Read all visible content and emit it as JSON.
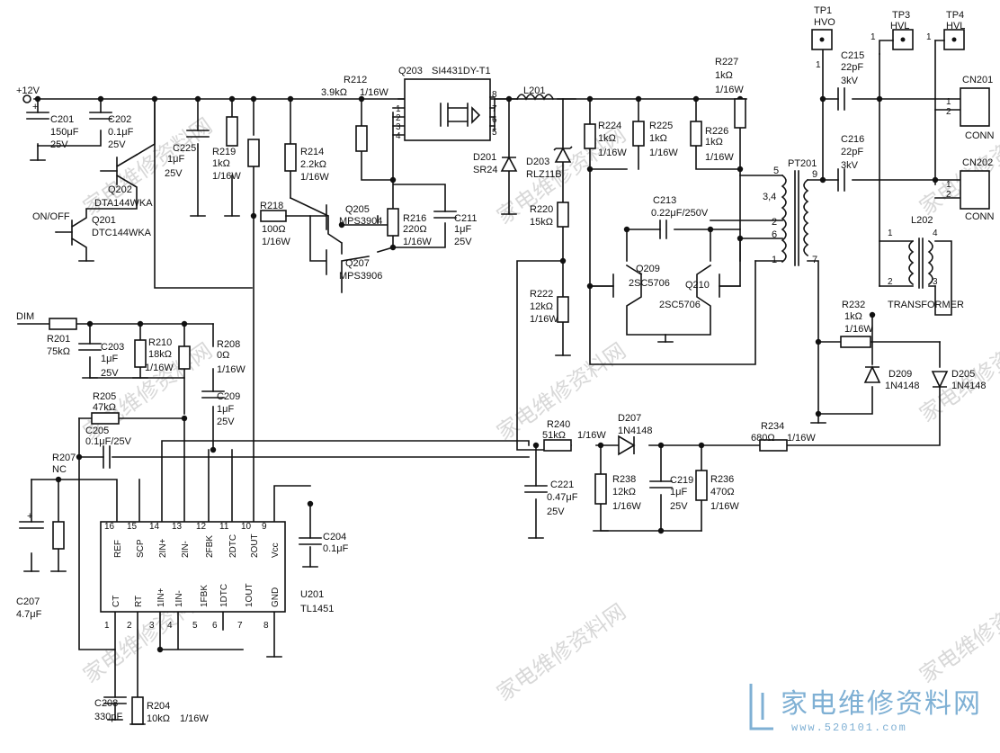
{
  "labels": [
    {
      "id": "supply",
      "text": "+12V"
    },
    {
      "id": "c201",
      "text": "C201"
    },
    {
      "id": "c201v",
      "text": "150μF"
    },
    {
      "id": "c201r",
      "text": "25V"
    },
    {
      "id": "c202",
      "text": "C202"
    },
    {
      "id": "c202v",
      "text": "0.1μF"
    },
    {
      "id": "c202r",
      "text": "25V"
    },
    {
      "id": "q202",
      "text": "Q202"
    },
    {
      "id": "q202t",
      "text": "DTA144WKA"
    },
    {
      "id": "onoff",
      "text": "ON/OFF"
    },
    {
      "id": "q201",
      "text": "Q201"
    },
    {
      "id": "q201t",
      "text": "DTC144WKA"
    },
    {
      "id": "c225",
      "text": "C225"
    },
    {
      "id": "c225v",
      "text": "1μF"
    },
    {
      "id": "c225r",
      "text": "25V"
    },
    {
      "id": "r219",
      "text": "R219"
    },
    {
      "id": "r219v",
      "text": "1kΩ"
    },
    {
      "id": "r219w",
      "text": "1/16W"
    },
    {
      "id": "r212",
      "text": "R212"
    },
    {
      "id": "r212v",
      "text": "3.9kΩ"
    },
    {
      "id": "r212w",
      "text": "1/16W"
    },
    {
      "id": "r214",
      "text": "R214"
    },
    {
      "id": "r214v",
      "text": "2.2kΩ"
    },
    {
      "id": "r214w",
      "text": "1/16W"
    },
    {
      "id": "r218",
      "text": "R218"
    },
    {
      "id": "r218v",
      "text": "100Ω"
    },
    {
      "id": "r218w",
      "text": "1/16W"
    },
    {
      "id": "q205",
      "text": "Q205"
    },
    {
      "id": "q205t",
      "text": "MPS3904"
    },
    {
      "id": "q207",
      "text": "Q207"
    },
    {
      "id": "q207t",
      "text": "MPS3906"
    },
    {
      "id": "q203",
      "text": "Q203"
    },
    {
      "id": "q203t",
      "text": "SI4431DY-T1"
    },
    {
      "id": "r216",
      "text": "R216"
    },
    {
      "id": "r216v",
      "text": "220Ω"
    },
    {
      "id": "r216w",
      "text": "1/16W"
    },
    {
      "id": "c211",
      "text": "C211"
    },
    {
      "id": "c211v",
      "text": "1μF"
    },
    {
      "id": "c211r",
      "text": "25V"
    },
    {
      "id": "l201",
      "text": "L201"
    },
    {
      "id": "d201",
      "text": "D201"
    },
    {
      "id": "d201t",
      "text": "SR24"
    },
    {
      "id": "d203",
      "text": "D203"
    },
    {
      "id": "d203t",
      "text": "RLZ11B"
    },
    {
      "id": "r220",
      "text": "R220"
    },
    {
      "id": "r220v",
      "text": "15kΩ"
    },
    {
      "id": "r222",
      "text": "R222"
    },
    {
      "id": "r222v",
      "text": "12kΩ"
    },
    {
      "id": "r222w",
      "text": "1/16W"
    },
    {
      "id": "r224",
      "text": "R224"
    },
    {
      "id": "r224v",
      "text": "1kΩ"
    },
    {
      "id": "r224w",
      "text": "1/16W"
    },
    {
      "id": "r225",
      "text": "R225"
    },
    {
      "id": "r225v",
      "text": "1kΩ"
    },
    {
      "id": "r225w",
      "text": "1/16W"
    },
    {
      "id": "r226",
      "text": "R226"
    },
    {
      "id": "r226v",
      "text": "1kΩ"
    },
    {
      "id": "r226w",
      "text": "1/16W"
    },
    {
      "id": "r227",
      "text": "R227"
    },
    {
      "id": "r227v",
      "text": "1kΩ"
    },
    {
      "id": "r227w",
      "text": "1/16W"
    },
    {
      "id": "c213",
      "text": "C213"
    },
    {
      "id": "c213v",
      "text": "0.22μF/250V"
    },
    {
      "id": "q209",
      "text": "Q209"
    },
    {
      "id": "q209t",
      "text": "2SC5706"
    },
    {
      "id": "q210",
      "text": "Q210"
    },
    {
      "id": "q210t",
      "text": "2SC5706"
    },
    {
      "id": "pt201",
      "text": "PT201"
    },
    {
      "id": "pin34",
      "text": "3,4"
    },
    {
      "id": "pin5",
      "text": "5"
    },
    {
      "id": "pin2",
      "text": "2"
    },
    {
      "id": "pin6",
      "text": "6"
    },
    {
      "id": "pin1",
      "text": "1"
    },
    {
      "id": "pin9",
      "text": "9"
    },
    {
      "id": "pin7",
      "text": "7"
    },
    {
      "id": "tp1",
      "text": "TP1"
    },
    {
      "id": "tp1t",
      "text": "HVO"
    },
    {
      "id": "tp3",
      "text": "TP3"
    },
    {
      "id": "tp3t",
      "text": "HVL"
    },
    {
      "id": "tp4",
      "text": "TP4"
    },
    {
      "id": "tp4t",
      "text": "HVL"
    },
    {
      "id": "c215",
      "text": "C215"
    },
    {
      "id": "c215v",
      "text": "22pF"
    },
    {
      "id": "c215r",
      "text": "3kV"
    },
    {
      "id": "c216",
      "text": "C216"
    },
    {
      "id": "c216v",
      "text": "22pF"
    },
    {
      "id": "c216r",
      "text": "3kV"
    },
    {
      "id": "cn201",
      "text": "CN201"
    },
    {
      "id": "cn201t",
      "text": "CONN"
    },
    {
      "id": "cn202",
      "text": "CN202"
    },
    {
      "id": "cn202t",
      "text": "CONN"
    },
    {
      "id": "l202",
      "text": "L202"
    },
    {
      "id": "transformer",
      "text": "TRANSFORMER"
    },
    {
      "id": "r232",
      "text": "R232"
    },
    {
      "id": "r232v",
      "text": "1kΩ"
    },
    {
      "id": "r232w",
      "text": "1/16W"
    },
    {
      "id": "d209",
      "text": "D209"
    },
    {
      "id": "d209t",
      "text": "1N4148"
    },
    {
      "id": "d205",
      "text": "D205"
    },
    {
      "id": "d205t",
      "text": "1N4148"
    },
    {
      "id": "dim",
      "text": "DIM"
    },
    {
      "id": "r201",
      "text": "R201"
    },
    {
      "id": "r201v",
      "text": "75kΩ"
    },
    {
      "id": "c203",
      "text": "C203"
    },
    {
      "id": "c203v",
      "text": "1μF"
    },
    {
      "id": "c203r",
      "text": "25V"
    },
    {
      "id": "r210",
      "text": "R210"
    },
    {
      "id": "r210v",
      "text": "18kΩ"
    },
    {
      "id": "r210w",
      "text": "1/16W"
    },
    {
      "id": "r208",
      "text": "R208"
    },
    {
      "id": "r208v",
      "text": "0Ω"
    },
    {
      "id": "r208w",
      "text": "1/16W"
    },
    {
      "id": "c209",
      "text": "C209"
    },
    {
      "id": "c209v",
      "text": "1μF"
    },
    {
      "id": "c209r",
      "text": "25V"
    },
    {
      "id": "r205",
      "text": "R205"
    },
    {
      "id": "r205v",
      "text": "47kΩ"
    },
    {
      "id": "c205",
      "text": "C205"
    },
    {
      "id": "c205v",
      "text": "0.1μF/25V"
    },
    {
      "id": "r207",
      "text": "R207"
    },
    {
      "id": "r207v",
      "text": "NC"
    },
    {
      "id": "c207",
      "text": "C207"
    },
    {
      "id": "c207v",
      "text": "4.7μF"
    },
    {
      "id": "c204",
      "text": "C204"
    },
    {
      "id": "c204v",
      "text": "0.1μF"
    },
    {
      "id": "u201",
      "text": "U201"
    },
    {
      "id": "u201t",
      "text": "TL1451"
    },
    {
      "id": "r240",
      "text": "R240"
    },
    {
      "id": "r240v",
      "text": "51kΩ"
    },
    {
      "id": "r240w",
      "text": "1/16W"
    },
    {
      "id": "d207",
      "text": "D207"
    },
    {
      "id": "d207t",
      "text": "1N4148"
    },
    {
      "id": "r234",
      "text": "R234"
    },
    {
      "id": "r234v",
      "text": "680Ω"
    },
    {
      "id": "r234w",
      "text": "1/16W"
    },
    {
      "id": "c221",
      "text": "C221"
    },
    {
      "id": "c221v",
      "text": "0.47μF"
    },
    {
      "id": "c221r",
      "text": "25V"
    },
    {
      "id": "r238",
      "text": "R238"
    },
    {
      "id": "r238v",
      "text": "12kΩ"
    },
    {
      "id": "r238w",
      "text": "1/16W"
    },
    {
      "id": "c219",
      "text": "C219"
    },
    {
      "id": "c219v",
      "text": "1μF"
    },
    {
      "id": "c219r",
      "text": "25V"
    },
    {
      "id": "r236",
      "text": "R236"
    },
    {
      "id": "r236v",
      "text": "470Ω"
    },
    {
      "id": "r236w",
      "text": "1/16W"
    },
    {
      "id": "c208",
      "text": "C208"
    },
    {
      "id": "c208v",
      "text": "330pF"
    },
    {
      "id": "r204",
      "text": "R204"
    },
    {
      "id": "r204v",
      "text": "10kΩ"
    },
    {
      "id": "r204w",
      "text": "1/16W"
    }
  ],
  "ic_pins_top": [
    {
      "num": "16",
      "name": "REF"
    },
    {
      "num": "15",
      "name": "SCP"
    },
    {
      "num": "14",
      "name": "2IN+"
    },
    {
      "num": "13",
      "name": "2IN-"
    },
    {
      "num": "12",
      "name": "2FBK"
    },
    {
      "num": "11",
      "name": "2DTC"
    },
    {
      "num": "10",
      "name": "2OUT"
    },
    {
      "num": "9",
      "name": "Vcc"
    }
  ],
  "ic_pins_bottom": [
    {
      "num": "1",
      "name": "CT"
    },
    {
      "num": "2",
      "name": "RT"
    },
    {
      "num": "3",
      "name": "1IN+"
    },
    {
      "num": "4",
      "name": "1IN-"
    },
    {
      "num": "5",
      "name": "1FBK"
    },
    {
      "num": "6",
      "name": "1DTC"
    },
    {
      "num": "7",
      "name": "1OUT"
    },
    {
      "num": "8",
      "name": "GND"
    }
  ],
  "q203_pins": [
    "1",
    "2",
    "3",
    "4",
    "8",
    "7",
    "6",
    "5"
  ],
  "l202_pins": [
    "1",
    "4",
    "2",
    "3"
  ],
  "cn_pins": [
    "1",
    "2",
    "1",
    "2"
  ],
  "tp_pins": [
    "1",
    "1",
    "1"
  ],
  "watermark": {
    "text": "家电维修资料网 www.520101.com"
  },
  "logo": {
    "name": "家电维修资料网",
    "url": "www.520101.com"
  }
}
